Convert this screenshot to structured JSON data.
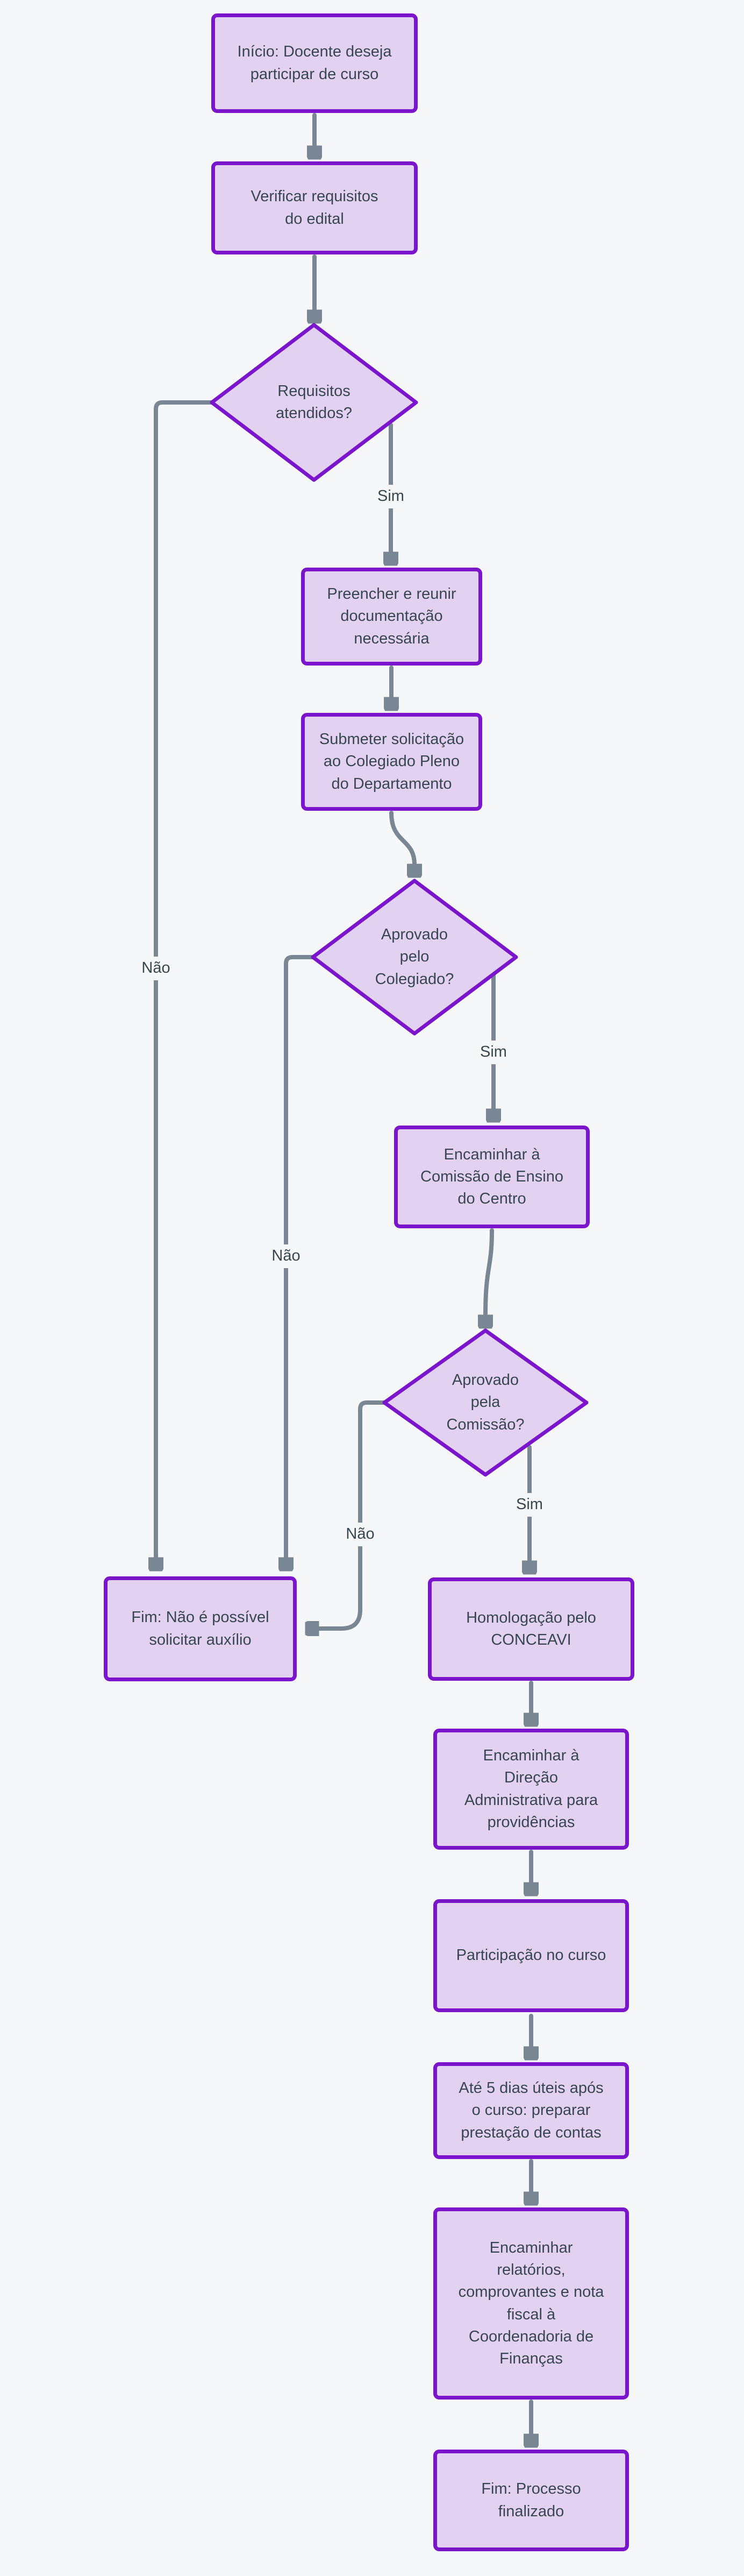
{
  "flowchart": {
    "colors": {
      "page_bg": "#f6f7f9",
      "node_fill": "#e3d1f2",
      "node_border": "#7a15cc",
      "node_text": "#37474f",
      "edge_color": "#798694"
    },
    "nodes": {
      "inicio": {
        "label": "Início: Docente deseja\nparticipar de curso",
        "shape": "rect"
      },
      "verificar": {
        "label": "Verificar requisitos\ndo edital",
        "shape": "rect"
      },
      "requisitos": {
        "label": "Requisitos\natendidos?",
        "shape": "diamond"
      },
      "preencher": {
        "label": "Preencher e reunir\ndocumentação\nnecessária",
        "shape": "rect"
      },
      "submeter": {
        "label": "Submeter solicitação\nao Colegiado Pleno\ndo Departamento",
        "shape": "rect"
      },
      "colegiado": {
        "label": "Aprovado\npelo\nColegiado?",
        "shape": "diamond"
      },
      "comissao_ensino": {
        "label": "Encaminhar à\nComissão de Ensino\ndo Centro",
        "shape": "rect"
      },
      "comissao": {
        "label": "Aprovado\npela\nComissão?",
        "shape": "diamond"
      },
      "fim_negado": {
        "label": "Fim: Não é possível\nsolicitar auxílio",
        "shape": "rect"
      },
      "homologacao": {
        "label": "Homologação pelo\nCONCEAVI",
        "shape": "rect"
      },
      "direcao": {
        "label": "Encaminhar à\nDireção\nAdministrativa para\nprovidências",
        "shape": "rect"
      },
      "participacao": {
        "label": "Participação no curso",
        "shape": "rect"
      },
      "prestacao": {
        "label": "Até 5 dias úteis após\no curso: preparar\nprestação de contas",
        "shape": "rect"
      },
      "relatorios": {
        "label": "Encaminhar\nrelatórios,\ncomprovantes e nota\nfiscal à\nCoordenadoria de\nFinanças",
        "shape": "rect"
      },
      "fim_processo": {
        "label": "Fim: Processo\nfinalizado",
        "shape": "rect"
      }
    },
    "edge_labels": {
      "requisitos_sim": "Sim",
      "requisitos_nao": "Não",
      "colegiado_sim": "Sim",
      "colegiado_nao": "Não",
      "comissao_sim": "Sim",
      "comissao_nao": "Não"
    }
  }
}
